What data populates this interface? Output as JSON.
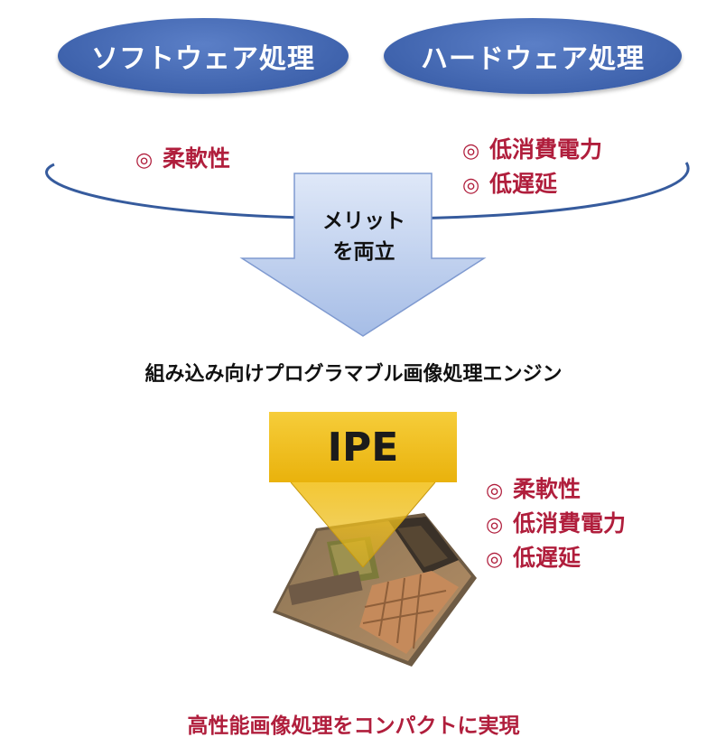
{
  "top": {
    "software_label": "ソフトウェア処理",
    "hardware_label": "ハードウェア処理"
  },
  "software_merits": [
    {
      "mark": "◎",
      "text": "柔軟性"
    }
  ],
  "hardware_merits": [
    {
      "mark": "◎",
      "text": "低消費電力"
    },
    {
      "mark": "◎",
      "text": "低遅延"
    }
  ],
  "arrow": {
    "line1": "メリット",
    "line2": "を両立"
  },
  "engine_title": "組み込み向けプログラマブル画像処理エンジン",
  "ipe": {
    "label": "IPE"
  },
  "ipe_merits": [
    {
      "mark": "◎",
      "text": "柔軟性"
    },
    {
      "mark": "◎",
      "text": "低消費電力"
    },
    {
      "mark": "◎",
      "text": "低遅延"
    }
  ],
  "bottom_caption": "高性能画像処理をコンパクトに実現",
  "colors": {
    "pill_blue": "#4064af",
    "merit_red": "#b01e3c",
    "arrow_fill": "#a9bfe6",
    "ipe_gold": "#f0c020"
  }
}
